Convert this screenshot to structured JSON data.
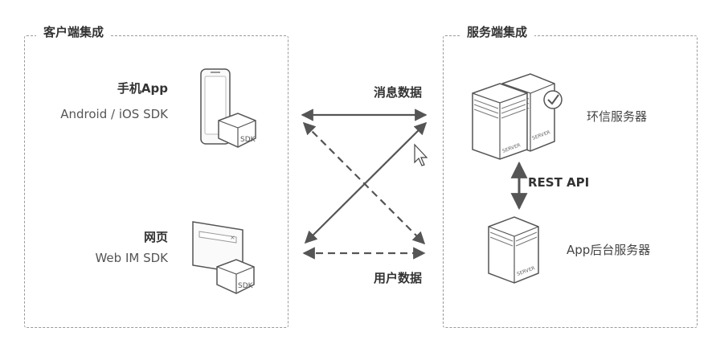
{
  "client": {
    "title": "客户端集成",
    "mobile": {
      "name": "手机App",
      "sub": "Android / iOS SDK",
      "badge": "SDK"
    },
    "web": {
      "name": "网页",
      "sub": "Web IM SDK",
      "badge": "SDK"
    }
  },
  "server": {
    "title": "服务端集成",
    "huanxin": {
      "name": "环信服务器",
      "badge": "SERVER"
    },
    "app_backend": {
      "name": "App后台服务器",
      "badge": "SERVER"
    },
    "link_label": "REST API"
  },
  "flows": {
    "message_label": "消息数据",
    "user_label": "用户数据"
  },
  "colors": {
    "line": "#555555",
    "border": "#9a9a9a"
  }
}
